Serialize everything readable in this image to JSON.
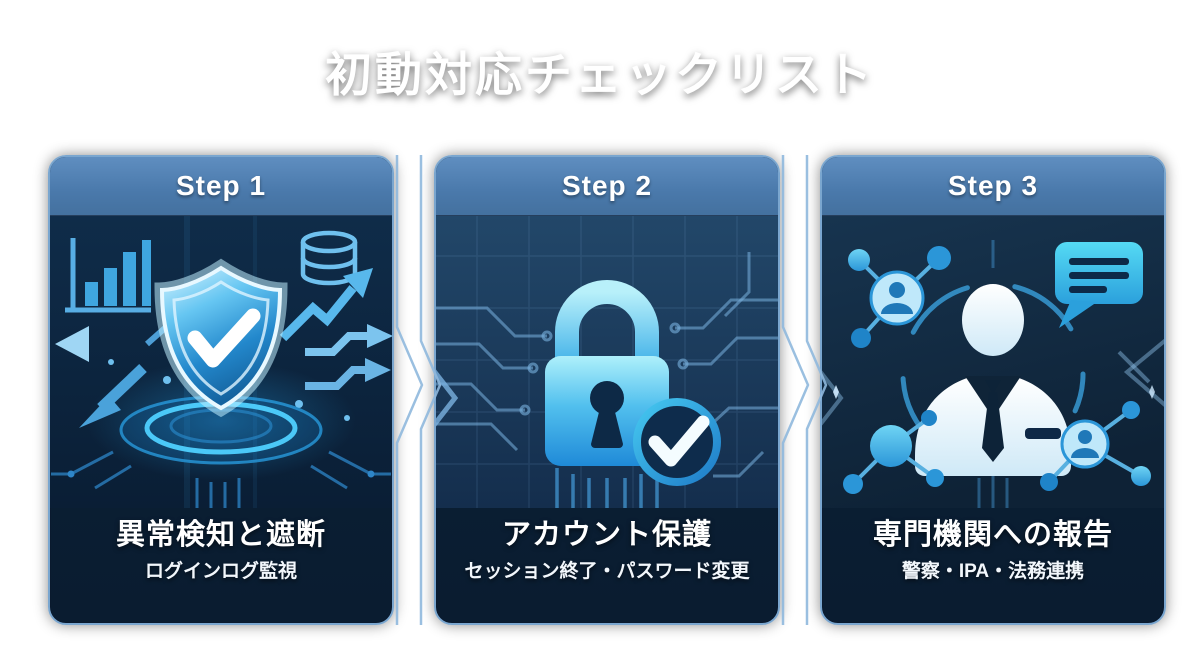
{
  "title": "初動対応チェックリスト",
  "steps": [
    {
      "label": "Step 1",
      "heading": "異常検知と遮断",
      "subheading": "ログインログ監視",
      "icon": "shield-check"
    },
    {
      "label": "Step 2",
      "heading": "アカウント保護",
      "subheading": "セッション終了・パスワード変更",
      "icon": "lock-check"
    },
    {
      "label": "Step 3",
      "heading": "専門機関への報告",
      "subheading": "警察・IPA・法務連携",
      "icon": "expert-report"
    }
  ],
  "colors": {
    "background_dark": "#071322",
    "card_header_blue": "#4a79ab",
    "card_border": "#7aa6cf",
    "card_body": "#0a1f34",
    "accent_cyan": "#4fd0ff",
    "accent_blue": "#2b96d8",
    "text": "#ffffff"
  }
}
